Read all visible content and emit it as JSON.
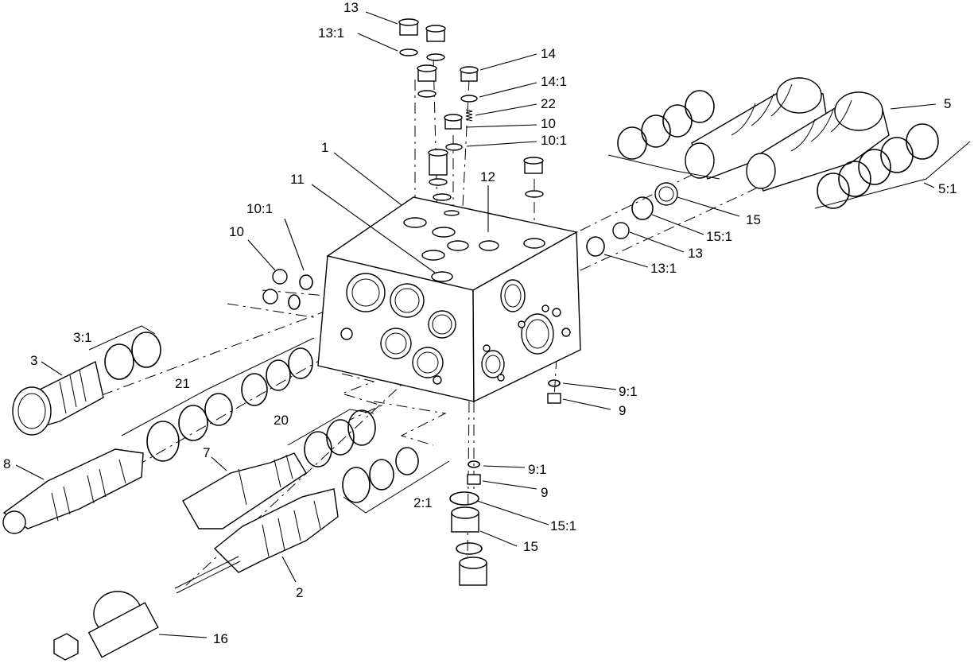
{
  "callouts": {
    "c13_top": "13",
    "c13_1_top": "13:1",
    "c14": "14",
    "c14_1": "14:1",
    "c22": "22",
    "c10_top": "10",
    "c10_1_top": "10:1",
    "c1": "1",
    "c11": "11",
    "c12": "12",
    "c5": "5",
    "c5_1": "5:1",
    "c15_right": "15",
    "c15_1_right": "15:1",
    "c13_right": "13",
    "c13_1_right": "13:1",
    "c10_1_left": "10:1",
    "c10_left": "10",
    "c3_1": "3:1",
    "c3": "3",
    "c21": "21",
    "c20": "20",
    "c7": "7",
    "c8": "8",
    "c9_1_upper": "9:1",
    "c9_upper": "9",
    "c9_1_lower": "9:1",
    "c9_lower": "9",
    "c15_1_lower": "15:1",
    "c15_lower": "15",
    "c2_1": "2:1",
    "c2": "2",
    "c16": "16"
  }
}
